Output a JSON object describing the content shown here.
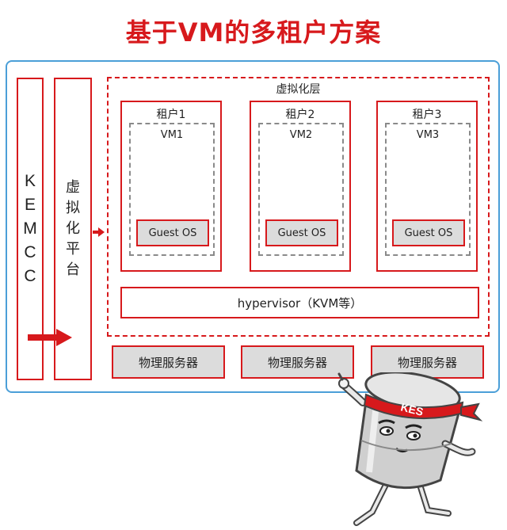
{
  "title": "基于VM的多租户方案",
  "kemcc": {
    "letters": [
      "K",
      "E",
      "M",
      "C",
      "C"
    ]
  },
  "virtual_platform": {
    "chars": [
      "虚",
      "拟",
      "化",
      "平",
      "台"
    ]
  },
  "virtualization_layer": {
    "label": "虚拟化层"
  },
  "tenants": [
    {
      "label": "租户1",
      "vm": "VM1",
      "guest_os": "Guest OS"
    },
    {
      "label": "租户2",
      "vm": "VM2",
      "guest_os": "Guest OS"
    },
    {
      "label": "租户3",
      "vm": "VM3",
      "guest_os": "Guest OS"
    }
  ],
  "hypervisor": {
    "label": "hypervisor（KVM等）"
  },
  "servers": [
    {
      "label": "物理服务器"
    },
    {
      "label": "物理服务器"
    },
    {
      "label": "物理服务器"
    }
  ],
  "mascot": {
    "headband_text": "KES"
  },
  "colors": {
    "accent": "#d7191c",
    "frame": "#4b9fd8",
    "gray_box": "#dcdcdc"
  }
}
